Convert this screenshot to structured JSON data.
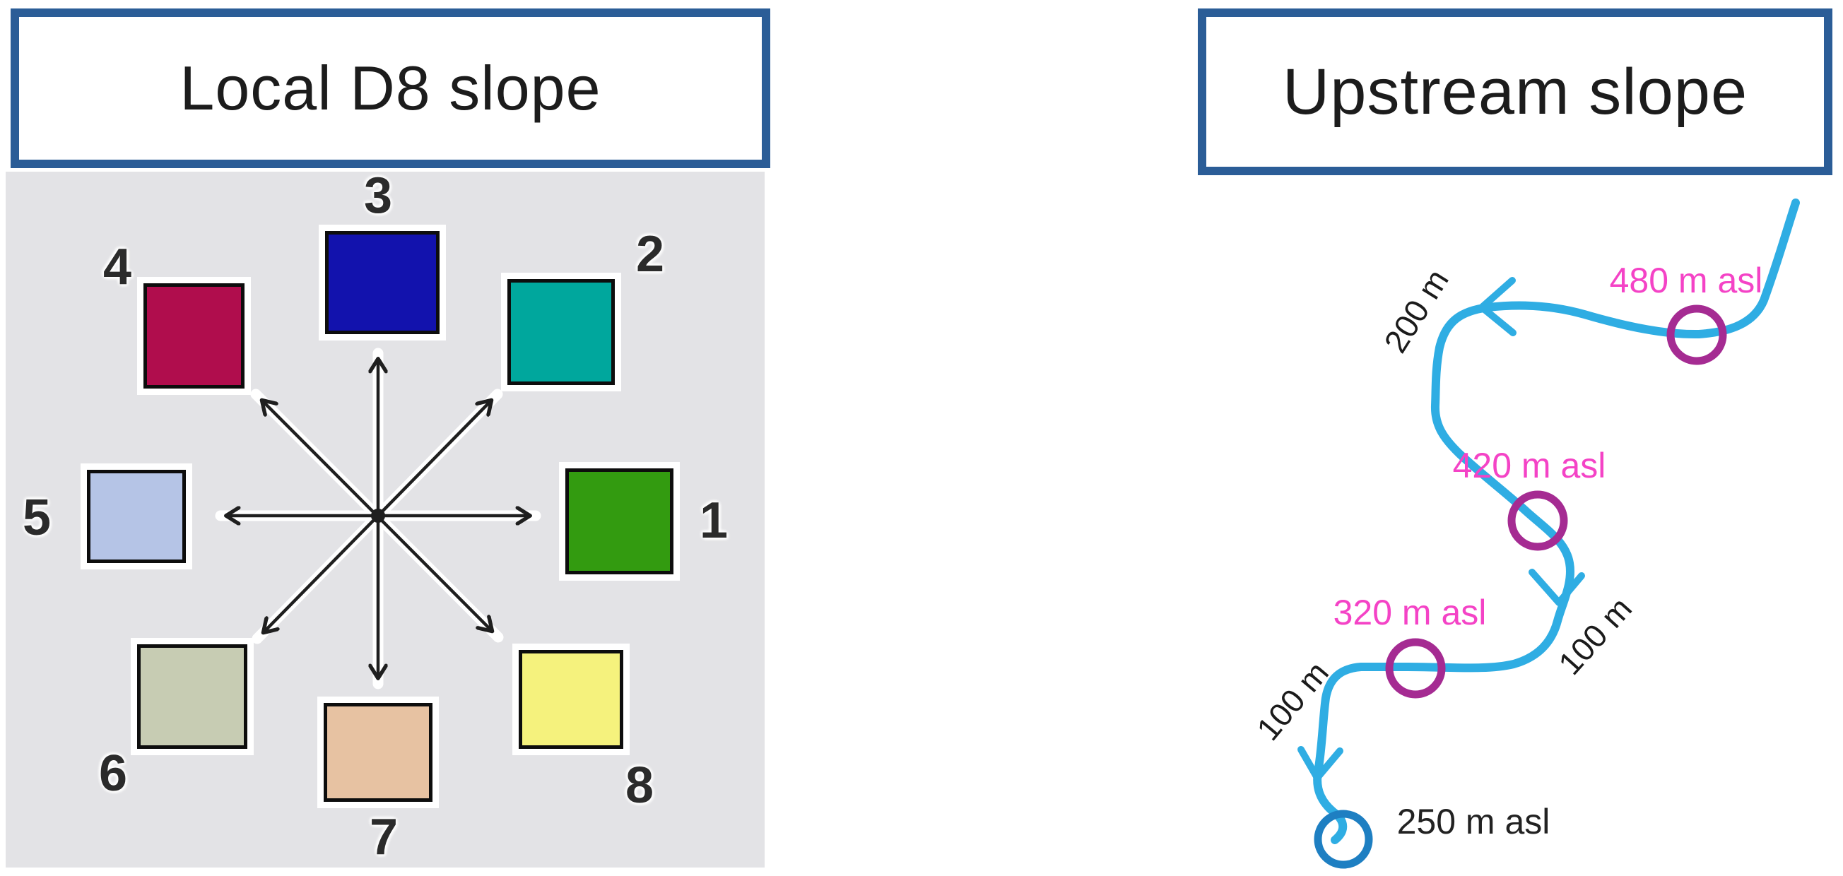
{
  "left_panel": {
    "title": "Local D8 slope",
    "cells": [
      {
        "label": "1",
        "color": "#339b10"
      },
      {
        "label": "2",
        "color": "#00a79d"
      },
      {
        "label": "3",
        "color": "#1212ad"
      },
      {
        "label": "4",
        "color": "#b00d4d"
      },
      {
        "label": "5",
        "color": "#b5c4e6"
      },
      {
        "label": "6",
        "color": "#c7ccb3"
      },
      {
        "label": "7",
        "color": "#e7c2a2"
      },
      {
        "label": "8",
        "color": "#f5f27d"
      }
    ],
    "colors": {
      "panel_bg": "#e3e3e6",
      "arrow": "#1f1f1f",
      "border": "#2b5d97"
    }
  },
  "right_panel": {
    "title": "Upstream slope",
    "elevations": [
      {
        "text": "480 m asl",
        "color": "#f443c6"
      },
      {
        "text": "420 m asl",
        "color": "#f443c6"
      },
      {
        "text": "320 m asl",
        "color": "#f443c6"
      },
      {
        "text": "250 m asl",
        "color": "#222222"
      }
    ],
    "distances": [
      {
        "text": "200 m"
      },
      {
        "text": "100 m"
      },
      {
        "text": "100 m"
      }
    ],
    "colors": {
      "stream": "#2fade3",
      "waypoint_circle": "#a52b92",
      "outlet_circle": "#1e7fc2",
      "border": "#2b5d97"
    }
  }
}
